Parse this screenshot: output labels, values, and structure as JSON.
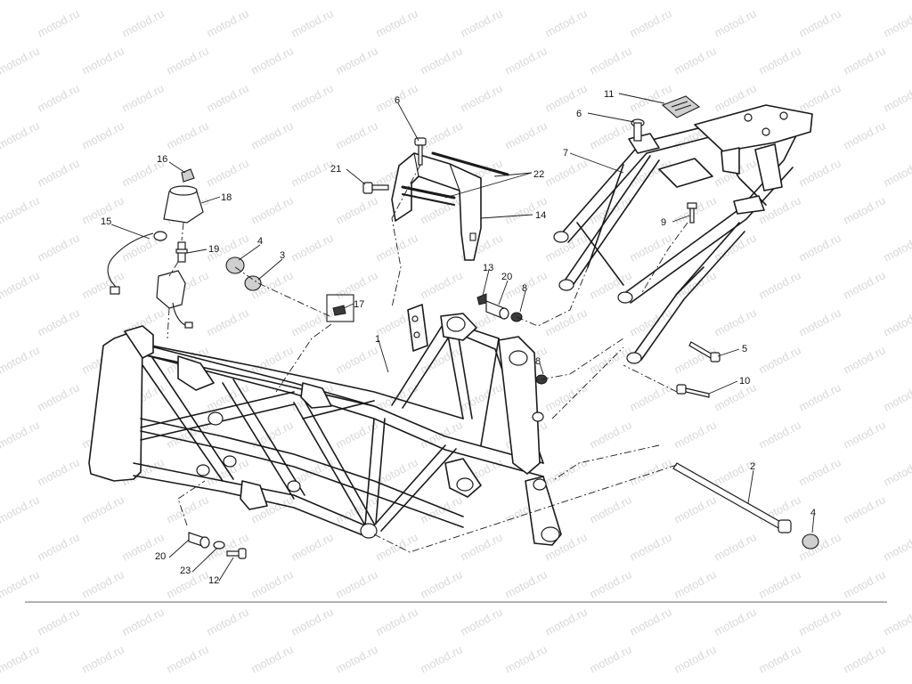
{
  "watermark": {
    "text": "motod.ru",
    "color": "#d9d9d9"
  },
  "callouts": [
    {
      "id": "c1",
      "label": "1"
    },
    {
      "id": "c2",
      "label": "2"
    },
    {
      "id": "c3",
      "label": "3"
    },
    {
      "id": "c4a",
      "label": "4"
    },
    {
      "id": "c4b",
      "label": "4"
    },
    {
      "id": "c5",
      "label": "5"
    },
    {
      "id": "c6a",
      "label": "6"
    },
    {
      "id": "c6b",
      "label": "6"
    },
    {
      "id": "c7",
      "label": "7"
    },
    {
      "id": "c8a",
      "label": "8"
    },
    {
      "id": "c8b",
      "label": "8"
    },
    {
      "id": "c9",
      "label": "9"
    },
    {
      "id": "c10",
      "label": "10"
    },
    {
      "id": "c11",
      "label": "11"
    },
    {
      "id": "c12",
      "label": "12"
    },
    {
      "id": "c13",
      "label": "13"
    },
    {
      "id": "c14",
      "label": "14"
    },
    {
      "id": "c15",
      "label": "15"
    },
    {
      "id": "c16",
      "label": "16"
    },
    {
      "id": "c17",
      "label": "17"
    },
    {
      "id": "c18",
      "label": "18"
    },
    {
      "id": "c19",
      "label": "19"
    },
    {
      "id": "c20a",
      "label": "20"
    },
    {
      "id": "c20b",
      "label": "20"
    },
    {
      "id": "c21",
      "label": "21"
    },
    {
      "id": "c22",
      "label": "22"
    },
    {
      "id": "c23",
      "label": "23"
    }
  ]
}
